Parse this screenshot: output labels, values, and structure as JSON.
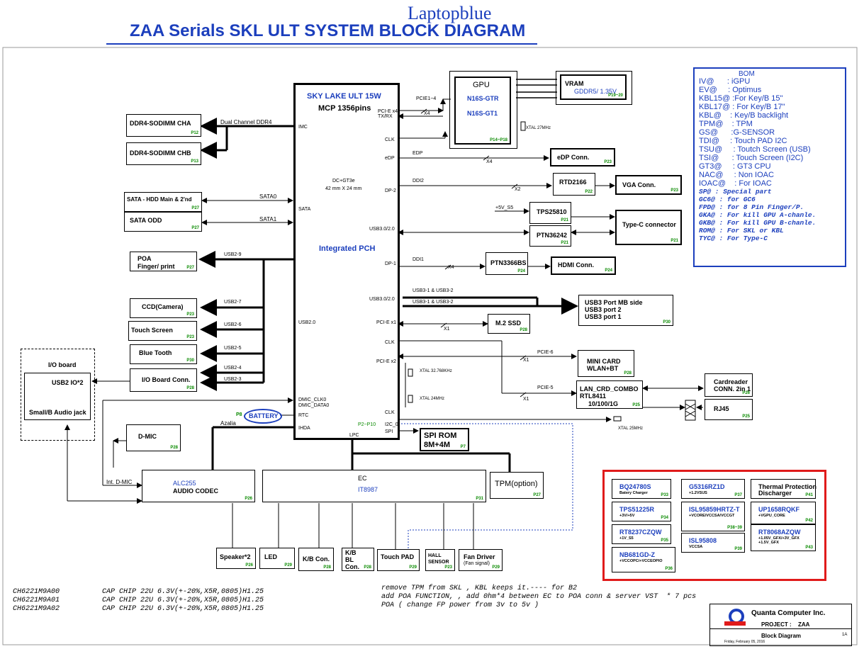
{
  "watermark": "Laptopblue",
  "title": "ZAA Serials SKL ULT SYSTEM BLOCK DIAGRAM",
  "cpu": {
    "name": "SKY LAKE ULT 15W",
    "pkg": "MCP 1356pins",
    "gt": "DC+GT3e",
    "size": "42 mm X 24 mm",
    "pch": "Integrated  PCH",
    "pins": {
      "pcie_x4": "PCI-E x4",
      "txrx": "TX/RX",
      "clk": "CLK",
      "edp": "eDP",
      "imc": "IMC",
      "dp2": "DP-2",
      "sata": "SATA",
      "usb3": "USB3.0/2.0",
      "dp1": "DP-1",
      "usb3b": "USB3.0/2.0",
      "usb2": "USB2.0",
      "pcie_x1": "PCI-E x1",
      "clk2": "CLK",
      "pcie_x2": "PCI-E x2",
      "clk3": "CLK",
      "dmic": "DMIC_CLK0",
      "dmic2": "DMIC_DATA0",
      "rtc": "RTC",
      "ihda": "IHDA",
      "i2c": "I2C_0",
      "spi": "SPI",
      "lpc": "LPC",
      "p": "P2~P10"
    }
  },
  "blocks": {
    "ddr_a": {
      "label": "DDR4-SODIMM CHA",
      "page": "P12"
    },
    "ddr_b": {
      "label": "DDR4-SODIMM CHB",
      "page": "P13"
    },
    "sata_hdd": {
      "label": "SATA - HDD Main & 2'nd",
      "page": "P27"
    },
    "sata_odd": {
      "label": "SATA ODD",
      "page": "P27"
    },
    "poa": {
      "label1": "POA",
      "label2": "Finger/ print",
      "page": "P27"
    },
    "ccd": {
      "label": "CCD(Camera)",
      "page": "P23"
    },
    "touch": {
      "label": "Touch Screen",
      "page": "P23"
    },
    "bt": {
      "label": "Blue Tooth",
      "page": "P30"
    },
    "ioconn": {
      "label": "I/O Board Conn.",
      "page": "P28"
    },
    "ioboard": {
      "title": "I/O board",
      "usb": "USB2 IO*2",
      "audio": "Small/B Audio jack"
    },
    "dmic": {
      "label": "D-MIC",
      "page": "P28"
    },
    "gpu": {
      "title": "GPU",
      "a": "N16S-GTR",
      "b": "N16S-GT1",
      "page": "P14~P18",
      "xtal": "XTAL 27MHz"
    },
    "vram": {
      "title": "VRAM",
      "type": "GDDR5/ 1.35V",
      "page": "P19~20"
    },
    "edp": {
      "label": "eDP  Conn.",
      "page": "P23"
    },
    "rtd": {
      "label": "RTD2166",
      "page": "P22"
    },
    "vga": {
      "label": "VGA Conn.",
      "page": "P23"
    },
    "tps": {
      "label": "TPS25810",
      "page": "P21"
    },
    "ptn36": {
      "label": "PTN36242",
      "page": "P21"
    },
    "typec": {
      "label": "Type-C connector",
      "page": "P21"
    },
    "ptn3366": {
      "label": "PTN3366BS",
      "page": "P24"
    },
    "hdmi": {
      "label": "HDMI Conn.",
      "page": "P24"
    },
    "usb3p": {
      "l1": "USB3 Port MB side",
      "l2": "USB3 port 2",
      "l3": "USB3 port 1",
      "page": "P30"
    },
    "m2": {
      "label": "M.2 SSD",
      "page": "P28"
    },
    "minicard": {
      "l1": "MINI CARD",
      "l2": "WLAN+BT",
      "page": "P28"
    },
    "lan": {
      "l1": "LAN_CRD_COMBO",
      "l2": "RTL8411",
      "l3": "10/100/1G",
      "page": "P25",
      "xtal": "XTAL 25MHz"
    },
    "cardreader": {
      "l1": "Cardreader",
      "l2": "CONN. 2in 1",
      "page": "P26"
    },
    "rj45": {
      "label": "RJ45",
      "page": "P25"
    },
    "spirom": {
      "l1": "SPI ROM",
      "l2": "8M+4M",
      "page": "P7"
    },
    "tpm": {
      "label": "TPM(option)",
      "page": "P27"
    },
    "alc": {
      "l1": "ALC255",
      "l2": "AUDIO CODEC",
      "page": "P26"
    },
    "ec": {
      "l1": "EC",
      "l2": "IT8987",
      "page": "P31"
    },
    "speaker": {
      "label": "Speaker*2",
      "page": "P26"
    },
    "led": {
      "label": "LED",
      "page": "P29"
    },
    "kb": {
      "label": "K/B Con.",
      "page": "P28"
    },
    "kbbl": {
      "l1": "K/B",
      "l2": "BL",
      "l3": "Con.",
      "page": "P28"
    },
    "touchpad": {
      "label": "Touch PAD",
      "page": "P29"
    },
    "hall": {
      "l1": "HALL",
      "l2": "SENSOR",
      "page": "P23"
    },
    "fan": {
      "l1": "Fan Driver",
      "l2": "(Fan signal)",
      "page": "P29"
    },
    "battery": {
      "label": "BATTERY",
      "page": "P8"
    }
  },
  "signals": {
    "dual_ddr": "Dual Channel DDR4",
    "sata0": "SATA0",
    "sata1": "SATA1",
    "usb2_9": "USB2-9",
    "usb2_7": "USB2-7",
    "usb2_6": "USB2-6",
    "usb2_5": "USB2-5",
    "usb2_4": "USB2-4",
    "usb2_3": "USB2-3",
    "pcie14": "PCIE1~4",
    "x4a": "X4",
    "edp": "EDP",
    "x4b": "X4",
    "ddi2": "DDI2",
    "x2": "X2",
    "v5": "+5V_S5",
    "ddi1": "DDI1",
    "x4c": "X4",
    "usb31": "USB3-1 & USB3-2",
    "usb32": "USB3-1 & USB3-2",
    "x1a": "X1",
    "pcie6a": "PCIE-6",
    "x1b": "X1",
    "pcie5": "PCIE-5",
    "x1c": "X1",
    "xtal32": "XTAL 32.768KHz",
    "xtal24": "XTAL 24MHz",
    "azalia": "Azalia",
    "intdmic": "Int. D-MIC"
  },
  "bom": {
    "title": "BOM",
    "items": [
      "IV@      : iGPU",
      "EV@     : Optimus",
      "KBL15@ :For Key/B 15\"",
      "KBL17@ : For Key/B 17\"",
      "KBL@    : Key/B backlight",
      "TPM@    : TPM",
      "GS@      :G-SENSOR",
      "TDI@     : Touch PAD I2C",
      "TSU@     : Toutch Screen (USB)",
      "TSI@      : Touch Screen (I2C)",
      "GT3@     : GT3 CPU",
      "NAC@     : Non IOAC",
      "IOAC@    : For IOAC"
    ],
    "mono": [
      "SP@ : Special part",
      "GC6@ : for GC6",
      "FPD@ : for 8 Pin Finger/P.",
      "GKA@ : For kill GPU A-chanle.",
      "GKB@ : For kill GPU B-chanle.",
      "ROM@ : For SKL or KBL",
      "TYC@ : For Type-C"
    ]
  },
  "power": [
    {
      "l1": "BQ24780S",
      "l2": "Batery Charger",
      "page": "P33"
    },
    {
      "l1": "G5316RZ1D",
      "l2": "+1.2VSUS",
      "page": "P37"
    },
    {
      "l1": "Thermal Protection",
      "l2": "Discharger",
      "page": "P41"
    },
    {
      "l1": "TPS51225R",
      "l2": "+3V/+5V",
      "page": "P34"
    },
    {
      "l1": "ISL95859HRTZ-T",
      "l2": "+VCORE/VCCSA/VCCGT",
      "page": "P38~39"
    },
    {
      "l1": "UP1658RQKF",
      "l2": "+VGPU_CORE",
      "page": "P42"
    },
    {
      "l1": "RT8237CZQW",
      "l2": "+1V_S5",
      "page": "P35"
    },
    {
      "l1": "ISL95808",
      "l2": "VCCSA",
      "page": "P39"
    },
    {
      "l1": "RT8068AZQW",
      "l2": "+1.05V_GFX/+3V_GFX +1.5V_GFX",
      "page": "P43"
    },
    {
      "l1": "NB681GD-Z",
      "l2": "+VCCOPC/+VCCEOPIO",
      "page": "P36"
    }
  ],
  "notes_left": [
    "CH6221M9A00          CAP CHIP 22U 6.3V(+-20%,X5R,0805)H1.25",
    "CH6221M9A01          CAP CHIP 22U 6.3V(+-20%,X5R,0805)H1.25",
    "CH6221M9A02          CAP CHIP 22U 6.3V(+-20%,X5R,0805)H1.25"
  ],
  "notes_right": [
    "remove TPM from SKL , KBL keeps it.---- for B2",
    "add POA FUNCTION, , add 0hm*4 between EC to POA conn & server VST  * 7 pcs",
    "POA ( change FP power from 3v to 5v )"
  ],
  "titleblock": {
    "company": "Quanta Computer Inc.",
    "project_label": "PROJECT :",
    "project": "ZAA",
    "doc": "Block Diagram",
    "date": "Friday, February 05, 2016",
    "rev": "1A"
  }
}
